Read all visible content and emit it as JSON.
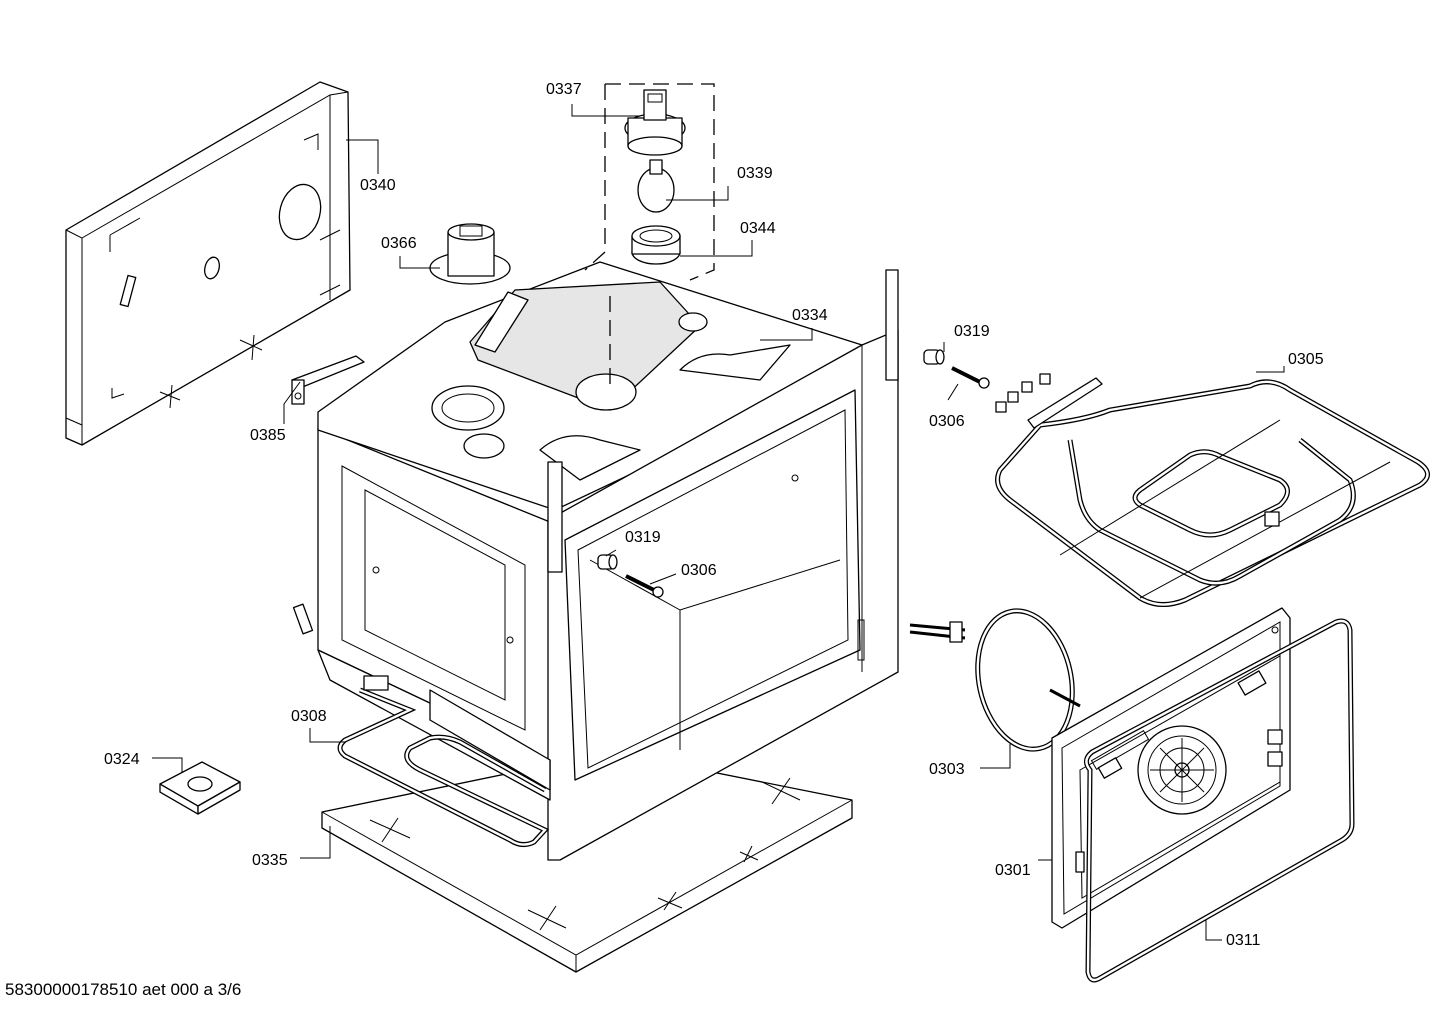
{
  "labels": {
    "p0337": "0337",
    "p0340": "0340",
    "p0339": "0339",
    "p0366": "0366",
    "p0344": "0344",
    "p0334": "0334",
    "p0319a": "0319",
    "p0305": "0305",
    "p0306a": "0306",
    "p0385": "0385",
    "p0319b": "0319",
    "p0306b": "0306",
    "p0308": "0308",
    "p0324": "0324",
    "p0303": "0303",
    "p0301": "0301",
    "p0335": "0335",
    "p0311": "0311"
  },
  "footer": "58300000178510 aet 000 a 3/6"
}
